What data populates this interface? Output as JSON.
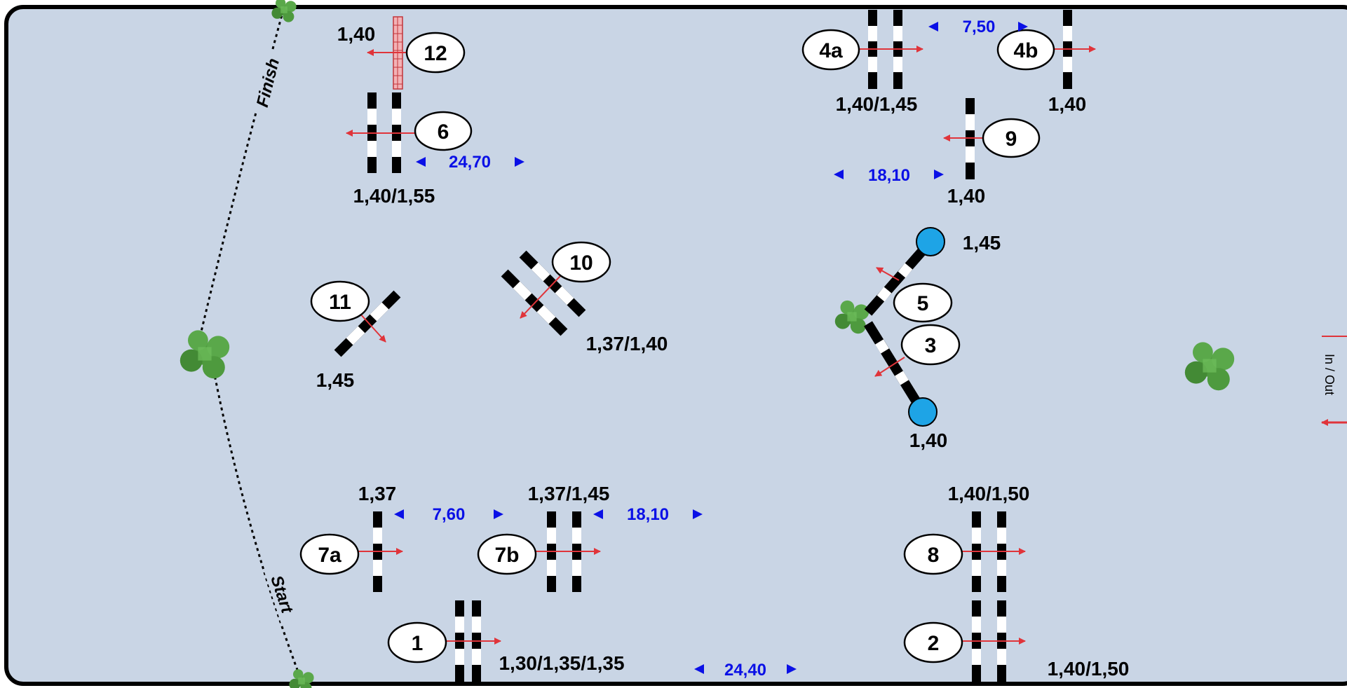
{
  "arena": {
    "background": "#c9d5e5",
    "border_color": "#000000",
    "pole_dark": "#000000",
    "pole_light": "#ffffff",
    "arrow_color": "#e0343a",
    "distance_color": "#0a10e6",
    "flower_color": "#4e9a3e",
    "wing_color": "#1ea4e6"
  },
  "line": {
    "finish_label": "Finish",
    "start_label": "Start"
  },
  "entrance": {
    "label": "In / Out"
  },
  "obstacles": [
    {
      "id": "ob-12",
      "number": "12",
      "height": "1,40"
    },
    {
      "id": "ob-6",
      "number": "6",
      "height": "1,40/1,55"
    },
    {
      "id": "ob-4a",
      "number": "4a",
      "height": "1,40/1,45"
    },
    {
      "id": "ob-4b",
      "number": "4b",
      "height": "1,40"
    },
    {
      "id": "ob-9",
      "number": "9",
      "height": "1,40"
    },
    {
      "id": "ob-11",
      "number": "11",
      "height": "1,45"
    },
    {
      "id": "ob-10",
      "number": "10",
      "height": "1,37/1,40"
    },
    {
      "id": "ob-5",
      "number": "5",
      "height": "1,45"
    },
    {
      "id": "ob-3",
      "number": "3",
      "height": "1,40"
    },
    {
      "id": "ob-7a",
      "number": "7a",
      "height": "1,37"
    },
    {
      "id": "ob-7b",
      "number": "7b",
      "height": "1,37/1,45"
    },
    {
      "id": "ob-8",
      "number": "8",
      "height": "1,40/1,50"
    },
    {
      "id": "ob-1",
      "number": "1",
      "height": "1,30/1,35/1,35"
    },
    {
      "id": "ob-2",
      "number": "2",
      "height": "1,40/1,50"
    }
  ],
  "distances": [
    {
      "id": "d-6-9",
      "value": "24,70"
    },
    {
      "id": "d-4a-4b",
      "value": "7,50"
    },
    {
      "id": "d-9",
      "value": "18,10"
    },
    {
      "id": "d-7a-7b",
      "value": "7,60"
    },
    {
      "id": "d-7b-8",
      "value": "18,10"
    },
    {
      "id": "d-1-2",
      "value": "24,40"
    }
  ]
}
